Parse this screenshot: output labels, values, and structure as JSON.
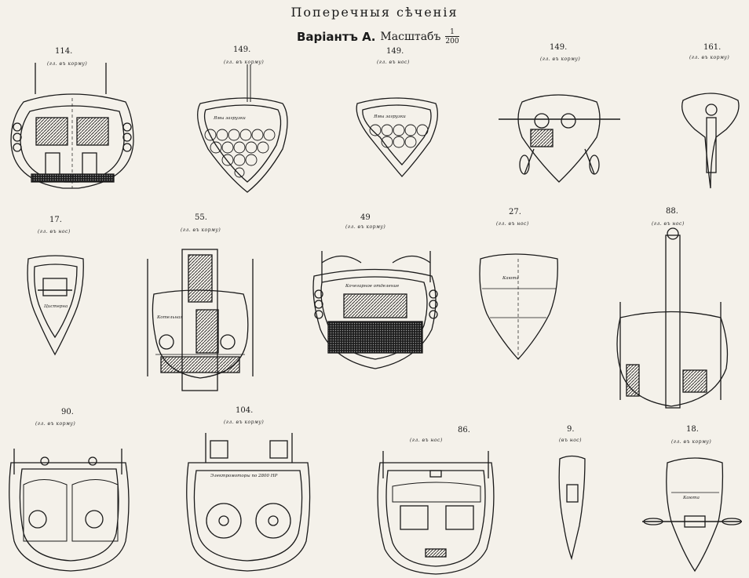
{
  "title": "Поперечныя сѣченія",
  "subtitle": {
    "variant": "Варіантъ А.",
    "scale_label": "Масштабъ",
    "scale_num": "1",
    "scale_den": "200"
  },
  "sections": [
    {
      "id": "s114",
      "number": "114.",
      "caption": "(гл. въ корму)"
    },
    {
      "id": "s149a",
      "number": "149.",
      "caption": "(гл. въ корму)",
      "inner": "Ямы загрузки"
    },
    {
      "id": "s149b",
      "number": "149.",
      "caption": "(гл. въ нос)",
      "inner": "Ямы загрузки"
    },
    {
      "id": "s149c",
      "number": "149.",
      "caption": "(гл. въ корму)"
    },
    {
      "id": "s161",
      "number": "161.",
      "caption": "(гл. въ корму)"
    },
    {
      "id": "s17",
      "number": "17.",
      "caption": "(гл. въ нос)",
      "inner": "Цистерна"
    },
    {
      "id": "s55",
      "number": "55.",
      "caption": "(гл. въ корму)",
      "inner": "Котельная"
    },
    {
      "id": "s49",
      "number": "49",
      "caption": "(гл. въ корму)",
      "inner": "Кочегарное отделение"
    },
    {
      "id": "s27",
      "number": "27.",
      "caption": "(гл. въ нос)",
      "inner": "Каюта"
    },
    {
      "id": "s88",
      "number": "88.",
      "caption": "(гл. въ нос)"
    },
    {
      "id": "s90",
      "number": "90.",
      "caption": "(гл. въ корму)"
    },
    {
      "id": "s104",
      "number": "104.",
      "caption": "(гл. въ корму)",
      "inner": "Электромоторы по 2800 НР"
    },
    {
      "id": "s86",
      "number": "86.",
      "caption": "(гл. въ нос)"
    },
    {
      "id": "s9",
      "number": "9.",
      "caption": "(въ нос)"
    },
    {
      "id": "s18",
      "number": "18.",
      "caption": "(гл. въ корму)",
      "inner": "Каюта"
    }
  ]
}
